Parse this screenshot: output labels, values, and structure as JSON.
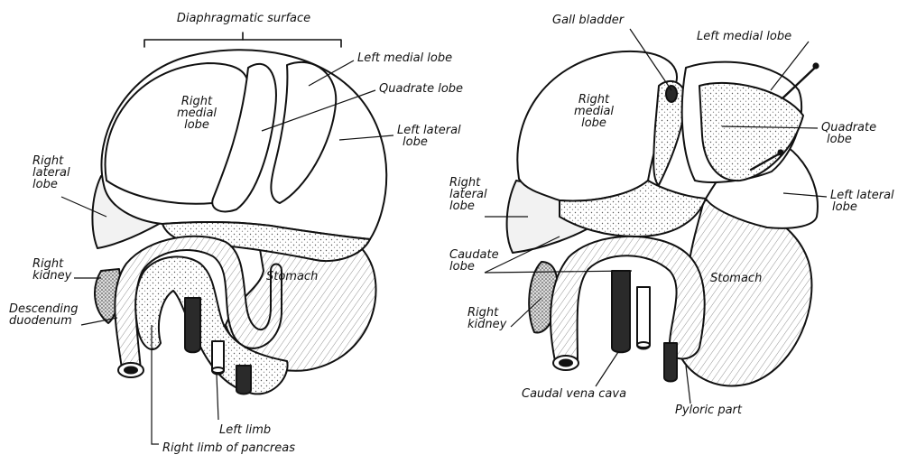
{
  "figure": {
    "colors": {
      "ink": "#111111",
      "paper": "#ffffff",
      "shade": "#e6e6e6",
      "dark": "#2a2a2a"
    }
  },
  "left_view": {
    "labels": {
      "diaphragmatic_surface": "Diaphragmatic surface",
      "left_medial_lobe": "Left medial lobe",
      "quadrate_lobe": "Quadrate lobe",
      "right_medial_lobe": [
        "Right",
        "medial",
        "lobe"
      ],
      "left_lateral_lobe": [
        "Left lateral",
        "lobe"
      ],
      "right_lateral_lobe": [
        "Right",
        "lateral",
        "lobe"
      ],
      "right_kidney": [
        "Right",
        "kidney"
      ],
      "descending_duodenum": [
        "Descending",
        "duodenum"
      ],
      "stomach": "Stomach",
      "left_limb": "Left limb",
      "right_limb_of_pancreas": "Right limb of pancreas"
    }
  },
  "right_view": {
    "labels": {
      "gall_bladder": "Gall bladder",
      "left_medial_lobe": "Left medial lobe",
      "right_medial_lobe": [
        "Right",
        "medial",
        "lobe"
      ],
      "quadrate_lobe": [
        "Quadrate",
        "lobe"
      ],
      "right_lateral_lobe": [
        "Right",
        "lateral",
        "lobe"
      ],
      "left_lateral_lobe": [
        "Left lateral",
        "lobe"
      ],
      "caudate_lobe": [
        "Caudate",
        "lobe"
      ],
      "stomach": "Stomach",
      "right_kidney": [
        "Right",
        "kidney"
      ],
      "caudal_vena_cava": "Caudal vena cava",
      "pyloric_part": "Pyloric part"
    }
  }
}
